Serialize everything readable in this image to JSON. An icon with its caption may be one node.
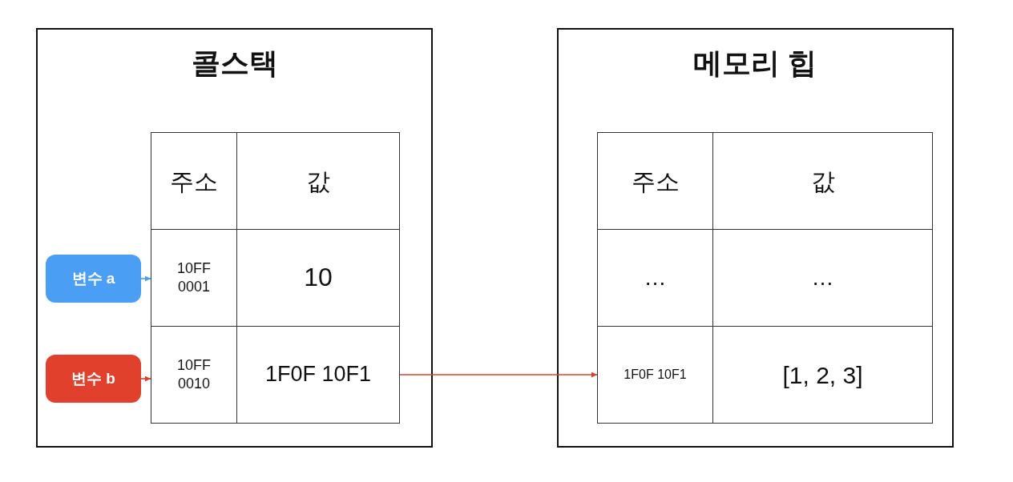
{
  "diagram": {
    "nodes": [
      {
        "text": [
          "콜스택"
        ]
      },
      {
        "text": [
          "주소"
        ],
        "in": 0
      },
      {
        "text": [
          "값"
        ],
        "in": 0
      },
      {
        "text": [
          "10FF 0001"
        ],
        "in": 0
      },
      {
        "text": [
          "10"
        ],
        "in": 0
      },
      {
        "text": [
          "10FF 0010"
        ],
        "in": 0
      },
      {
        "text": [
          "1F0F 10F1"
        ],
        "in": 0
      },
      {
        "text": [
          "변수 a"
        ],
        "in": 0
      },
      {
        "text": [
          "변수 b"
        ],
        "in": 0
      },
      {
        "text": [
          "메모리 힙"
        ]
      },
      {
        "text": [
          "주소"
        ],
        "in": 9
      },
      {
        "text": [
          "값"
        ],
        "in": 9
      },
      {
        "text": [
          "…"
        ],
        "in": 9
      },
      {
        "text": [
          "…"
        ],
        "in": 9
      },
      {
        "text": [
          "1F0F 10F1"
        ],
        "in": 9
      },
      {
        "text": [
          "[1, 2, 3]"
        ],
        "in": 9
      }
    ],
    "edges": [
      {
        "from": 7,
        "to": 3,
        "arrow": "to",
        "color": "#4a9ff5"
      },
      {
        "from": 8,
        "to": 5,
        "arrow": "to",
        "color": "#e0402c"
      },
      {
        "from": 6,
        "to": 14,
        "arrow": "to",
        "color": "#e0402c"
      }
    ]
  }
}
